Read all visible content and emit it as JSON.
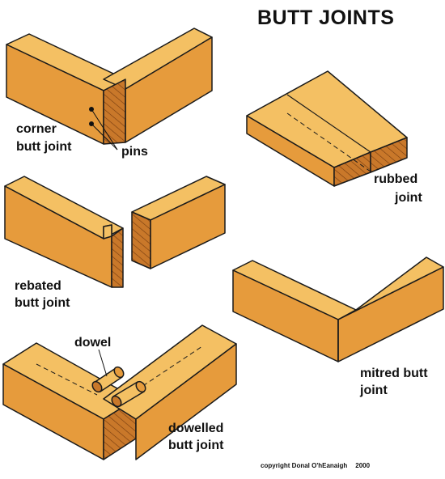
{
  "title": "BUTT JOINTS",
  "colors": {
    "top": "#f4c063",
    "front": "#e69b3c",
    "side": "#c9782a",
    "grain": "#7a3f10",
    "outline": "#1a1a1a"
  },
  "labels": {
    "corner_line1": "corner",
    "corner_line2": "butt joint",
    "pins": "pins",
    "rubbed_line1": "rubbed",
    "rubbed_line2": "joint",
    "rebated_line1": "rebated",
    "rebated_line2": "butt joint",
    "mitred_line1": "mitred butt",
    "mitred_line2": "joint",
    "dowel": "dowel",
    "dowelled_line1": "dowelled",
    "dowelled_line2": "butt joint"
  },
  "credit": {
    "text": "copyright  Donal O'hEanaigh",
    "year": "2000"
  }
}
